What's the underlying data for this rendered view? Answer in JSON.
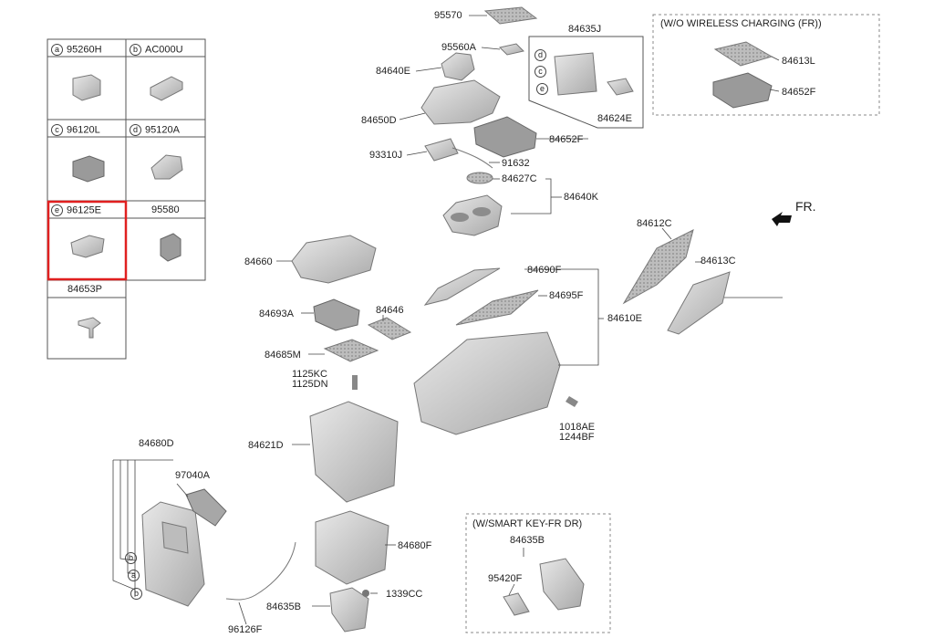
{
  "legend": {
    "cells": [
      {
        "letter": "a",
        "part": "95260H"
      },
      {
        "letter": "b",
        "part": "AC000U"
      },
      {
        "letter": "c",
        "part": "96120L"
      },
      {
        "letter": "d",
        "part": "95120A"
      },
      {
        "letter": "e",
        "part": "96125E"
      },
      {
        "letter": "",
        "part": "95580"
      },
      {
        "letter": "",
        "part": "84653P"
      }
    ],
    "highlight_color": "#e02020"
  },
  "wireless_box": {
    "title": "(W/O WIRELESS CHARGING (FR))",
    "parts": [
      "84613L",
      "84652F"
    ]
  },
  "smartkey_box": {
    "title": "(W/SMART KEY-FR DR)",
    "parts": [
      "84635B",
      "95420F"
    ]
  },
  "direction": {
    "label": "FR."
  },
  "callouts": {
    "p95570": "95570",
    "p95560A": "95560A",
    "p84640E": "84640E",
    "p84650D": "84650D",
    "p84635J": "84635J",
    "p84624E": "84624E",
    "p84652F": "84652F",
    "p93310J": "93310J",
    "p91632": "91632",
    "p84627C": "84627C",
    "p84640K": "84640K",
    "p84612C": "84612C",
    "p84613C": "84613C",
    "p84660": "84660",
    "p84690F": "84690F",
    "p84695F": "84695F",
    "p84610E": "84610E",
    "p84693A": "84693A",
    "p84646": "84646",
    "p84685M": "84685M",
    "p1125KC": "1125KC",
    "p1125DN": "1125DN",
    "p1018AE": "1018AE",
    "p1244BF": "1244BF",
    "p84621D": "84621D",
    "p84680D": "84680D",
    "p97040A": "97040A",
    "p84680F": "84680F",
    "p1339CC": "1339CC",
    "p84635B": "84635B",
    "p96126F": "96126F"
  },
  "refs": {
    "b1": "b",
    "a1": "a",
    "b2": "b",
    "c1": "c",
    "d1": "d",
    "e1": "e"
  }
}
